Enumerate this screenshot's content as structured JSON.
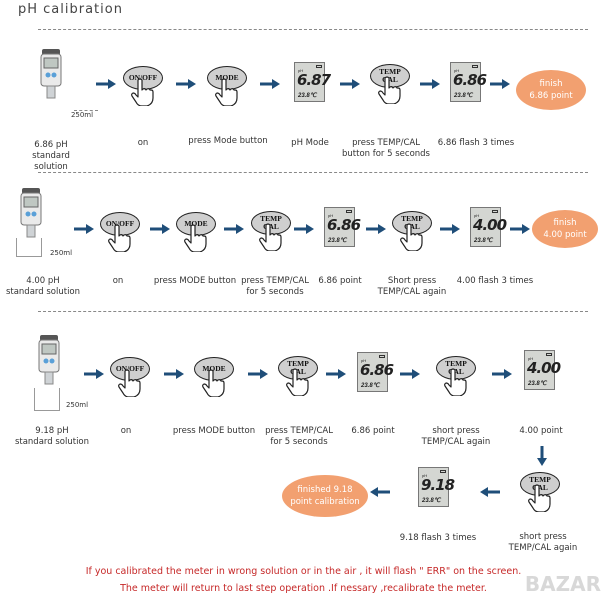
{
  "title": "pH calibration",
  "row1": {
    "volume": "250ml",
    "solution": "6.86  pH\nstandard solution",
    "steps": [
      "on",
      "press Mode button",
      "pH Mode",
      "press TEMP/CAL\nbutton for 5 seconds",
      "6.86 flash 3 times"
    ],
    "btn_onoff": "ON/OFF",
    "btn_mode": "MODE",
    "btn_temp": "TEMP\nCAL",
    "lcd1_ph": "6.87",
    "lcd2_ph": "6.86",
    "temp": "23.8",
    "finish": "finish\n6.86 point"
  },
  "row2": {
    "volume": "250ml",
    "solution": "4.00 pH\nstandard solution",
    "steps": [
      "on",
      "press MODE button",
      "press TEMP/CAL\nfor 5 seconds",
      "6.86 point",
      "Short press\nTEMP/CAL again",
      "4.00 flash 3 times"
    ],
    "btn_onoff": "ON/OFF",
    "btn_mode": "MODE",
    "btn_temp": "TEMP\nCAL",
    "lcd1_ph": "6.86",
    "lcd2_ph": "4.00",
    "temp": "23.8",
    "finish": "finish\n4.00 point"
  },
  "row3": {
    "volume": "250ml",
    "solution": "9.18 pH\nstandard solution",
    "steps": [
      "on",
      "press MODE button",
      "press TEMP/CAL\nfor 5 seconds",
      "6.86 point",
      "short press\nTEMP/CAL again",
      "4.00 point"
    ],
    "btn_onoff": "ON/OFF",
    "btn_mode": "MODE",
    "btn_temp": "TEMP\nCAL",
    "lcd1_ph": "6.86",
    "lcd2_ph": "4.00",
    "temp": "23.8",
    "final_step": "short press\nTEMP/CAL again",
    "final_lcd_ph": "9.18",
    "final_lcd_label": "9.18 flash 3 times",
    "finish": "finished 9.18\npoint calibration"
  },
  "notes": [
    "If you calibrated the meter in wrong solution or in the air , it will flash \" ERR\" on the screen.",
    "The meter will return to last step operation .If nessary ,recalibrate the meter."
  ],
  "watermark": "BAZAR",
  "colors": {
    "arrow": "#1f4e79",
    "finish": "#f2a070",
    "warning": "#c62828"
  }
}
